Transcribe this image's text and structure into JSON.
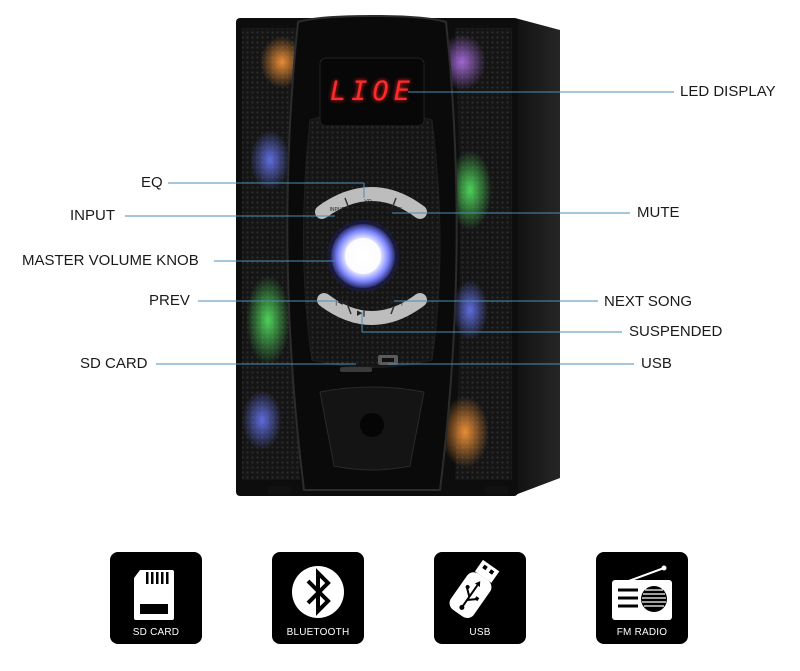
{
  "display": {
    "text": "LIOE"
  },
  "buttons": {
    "input": "INPUT",
    "vol": "VO",
    "mute": "MUTE"
  },
  "callouts": {
    "led_display": "LED DISPLAY",
    "eq": "EQ",
    "input": "INPUT",
    "mute": "MUTE",
    "master_volume_knob": "MASTER VOLUME KNOB",
    "prev": "PREV",
    "next_song": "NEXT SONG",
    "suspended": "SUSPENDED",
    "sd_card": "SD CARD",
    "usb": "USB"
  },
  "features": [
    {
      "label": "SD CARD",
      "icon": "sd-card-icon"
    },
    {
      "label": "BLUETOOTH",
      "icon": "bluetooth-icon"
    },
    {
      "label": "USB",
      "icon": "usb-drive-icon"
    },
    {
      "label": "FM RADIO",
      "icon": "radio-icon"
    }
  ]
}
